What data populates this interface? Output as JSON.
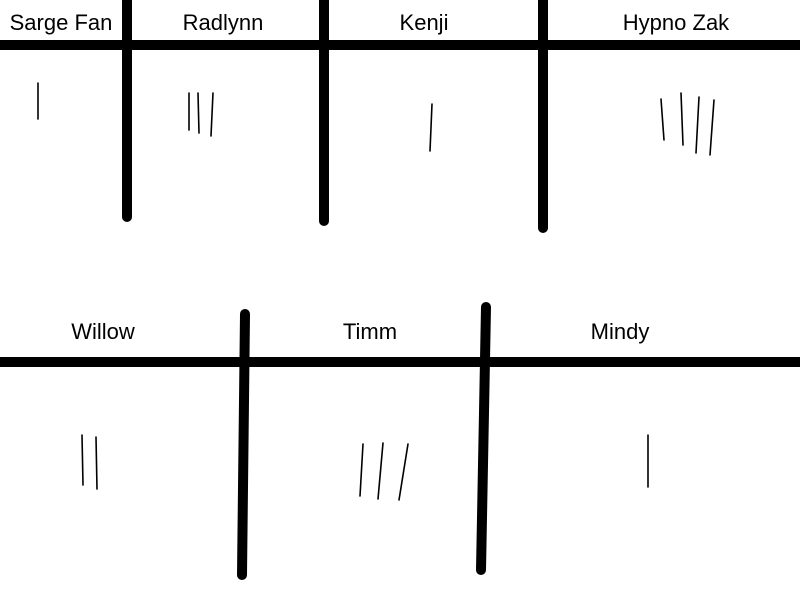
{
  "colors": {
    "ink": "#000000",
    "background": "#ffffff"
  },
  "tally_chart": {
    "top_row": [
      {
        "name": "Sarge Fan",
        "tally": 1
      },
      {
        "name": "Radlynn",
        "tally": 3
      },
      {
        "name": "Kenji",
        "tally": 1
      },
      {
        "name": "Hypno Zak",
        "tally": 4
      }
    ],
    "bottom_row": [
      {
        "name": "Willow",
        "tally": 2
      },
      {
        "name": "Timm",
        "tally": 3
      },
      {
        "name": "Mindy",
        "tally": 1
      }
    ]
  }
}
